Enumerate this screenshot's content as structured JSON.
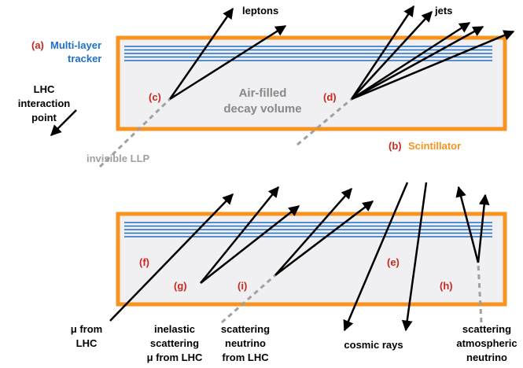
{
  "colors": {
    "orange": "#f7931e",
    "blue": "#1f6fc5",
    "red": "#c8281e",
    "grey": "#a0a0a0",
    "box_fill": "#f0f0f3",
    "black": "#000000"
  },
  "top": {
    "tag_a": "(a)",
    "tracker_line1": "Multi-layer",
    "tracker_line2": "tracker",
    "lhc_line1": "LHC",
    "lhc_line2": "interaction",
    "lhc_line3": "point",
    "volume_line1": "Air-filled",
    "volume_line2": "decay volume",
    "tag_c": "(c)",
    "tag_d": "(d)",
    "leptons": "leptons",
    "jets": "jets",
    "invisible_llp": "invisible LLP",
    "tag_b": "(b)",
    "scintillator": "Scintillator"
  },
  "bottom": {
    "tag_f": "(f)",
    "tag_g": "(g)",
    "tag_i": "(i)",
    "tag_e": "(e)",
    "tag_h": "(h)",
    "mu_line1": "μ from",
    "mu_line2": "LHC",
    "inel_line1": "inelastic",
    "inel_line2": "scattering",
    "inel_line3": "μ from LHC",
    "nu_line1": "scattering",
    "nu_line2": "neutrino",
    "nu_line3": "from LHC",
    "cosmic": "cosmic rays",
    "atm_line1": "scattering",
    "atm_line2": "atmospheric",
    "atm_line3": "neutrino"
  }
}
